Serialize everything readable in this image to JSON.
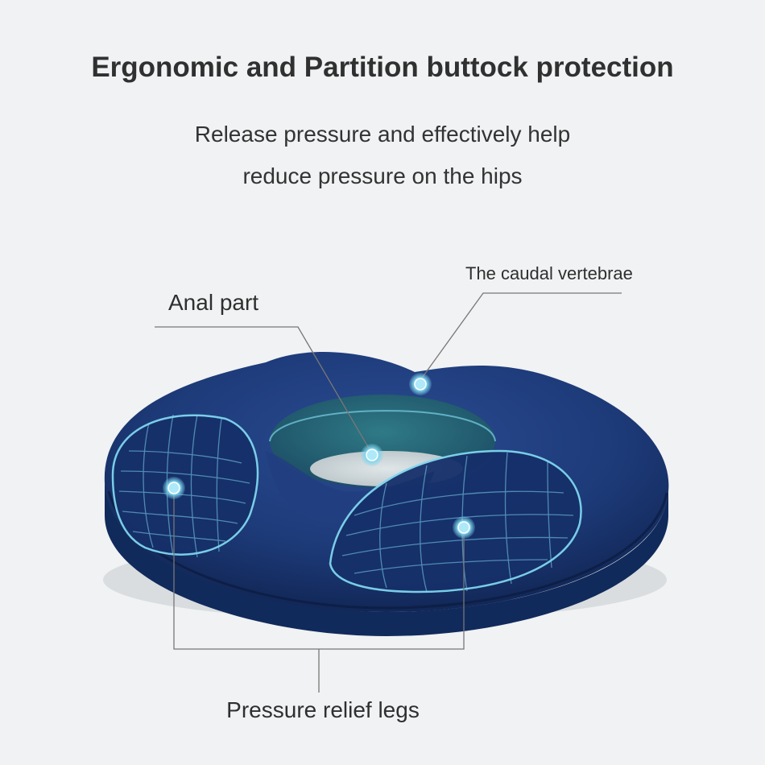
{
  "heading": {
    "title": "Ergonomic and Partition buttock protection",
    "subtitle_line1": "Release pressure and effectively help",
    "subtitle_line2": "reduce pressure on the hips"
  },
  "callouts": {
    "anal_part": "Anal part",
    "caudal_vertebrae": "The caudal vertebrae",
    "pressure_relief_legs": "Pressure relief legs"
  },
  "colors": {
    "background": "#f0f2f3",
    "cushion": "#1d3a78",
    "cushion_dark": "#0f2350",
    "highlight": "#7fd6ee",
    "leader_line": "#777777"
  }
}
